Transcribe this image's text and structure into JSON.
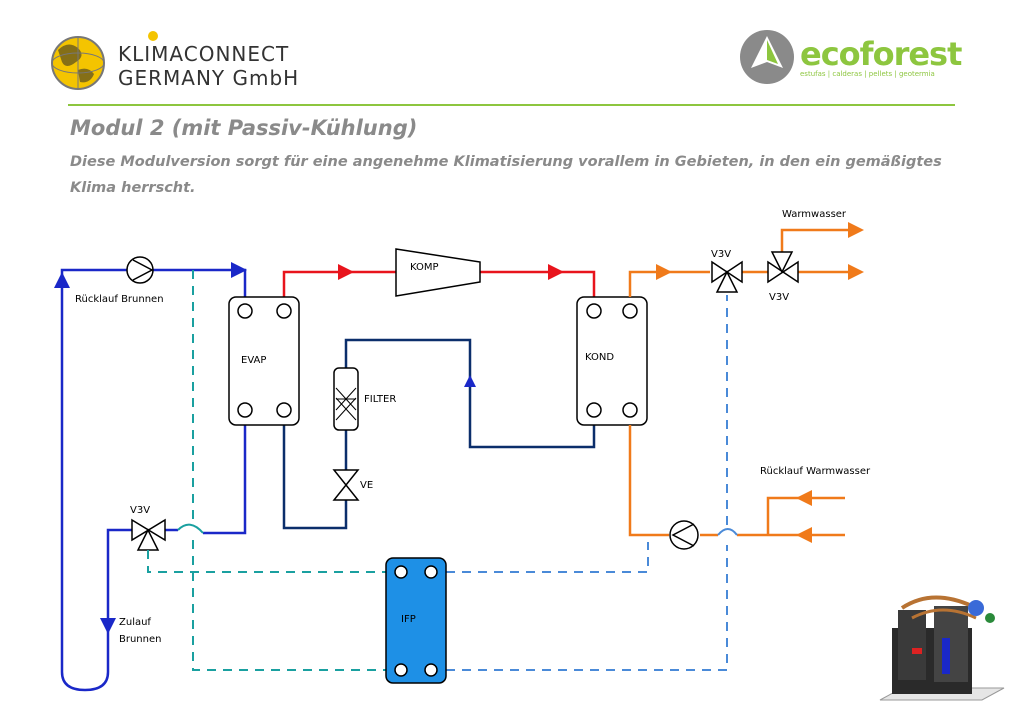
{
  "header": {
    "company_line1": "KLIMACONNECT",
    "company_line2": "GERMANY GmbH",
    "brand": "ecoforest",
    "brand_tagline": "estufas | calderas | pellets | geotermia"
  },
  "title": "Modul 2 (mit Passiv-Kühlung)",
  "subtitle": "Diese Modulversion sorgt für eine angenehme Klimatisierung vorallem in Gebieten, in den ein gemäßigtes Klima herrscht.",
  "labels": {
    "ruecklauf_brunnen": "Rücklauf Brunnen",
    "zulauf_1": "Zulauf",
    "zulauf_2": "Brunnen",
    "evap": "EVAP",
    "komp": "KOMP",
    "kond": "KOND",
    "filter": "FILTER",
    "ve": "VE",
    "ifp": "IFP",
    "v3v_left": "V3V",
    "v3v_top": "V3V",
    "v3v_right": "V3V",
    "warmwasser": "Warmwasser",
    "ruecklauf_warmwasser": "Rücklauf Warmwasser"
  },
  "colors": {
    "brunnen": "#1a28c8",
    "hot_gas": "#e8141c",
    "liquid": "#0b2e6b",
    "warm": "#f07a1a",
    "cool_dash_teal": "#1aa0a0",
    "cool_dash_blue": "#4a8ad8",
    "ifp_fill": "#1e90e6",
    "accent_line": "#8dc63f"
  }
}
